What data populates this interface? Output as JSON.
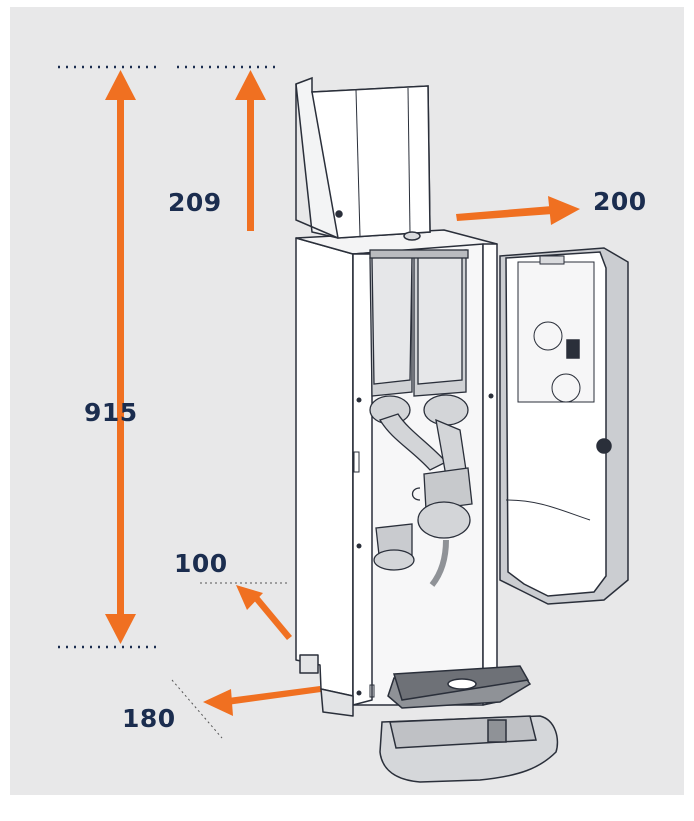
{
  "dimensions": {
    "height_total": "915",
    "lid_clearance": "209",
    "door_swing": "200",
    "rear_clearance": "100",
    "side_clearance": "180"
  },
  "colors": {
    "arrow": "#f07021",
    "label": "#1b2d4f",
    "background": "#e8e8e9",
    "machine_fill": "#ffffff",
    "machine_stroke": "#2a2f3a",
    "shade": "#c9cbcf"
  }
}
